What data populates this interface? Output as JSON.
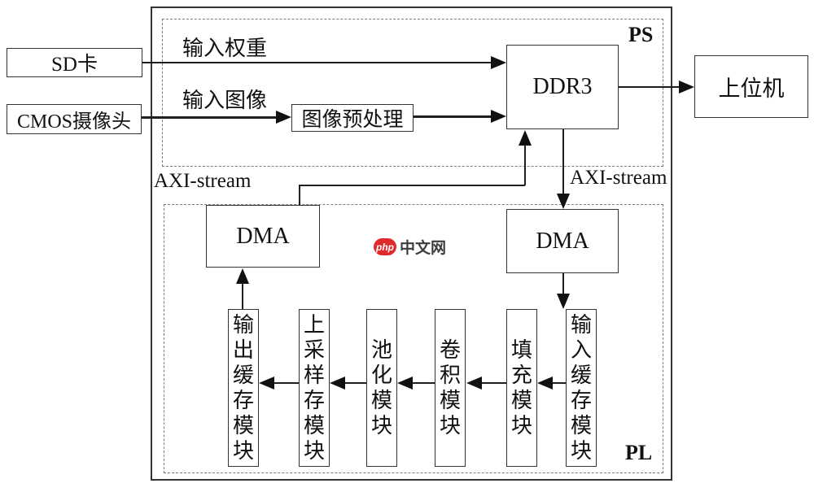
{
  "diagram": {
    "external": {
      "sd_card": "SD卡",
      "cmos_camera": "CMOS摄像头",
      "host_pc": "上位机"
    },
    "ps_region": {
      "label": "PS",
      "input_weight_label": "输入权重",
      "input_image_label": "输入图像",
      "preprocess": "图像预处理",
      "ddr3": "DDR3"
    },
    "bus_labels": {
      "left": "AXI-stream",
      "right": "AXI-stream"
    },
    "pl_region": {
      "label": "PL",
      "dma_left": "DMA",
      "dma_right": "DMA",
      "modules": [
        "输出缓存模块",
        "上采样存模块",
        "池化模块",
        "卷积模块",
        "填充模块",
        "输入缓存模块"
      ]
    },
    "watermark": {
      "badge": "php",
      "site": "中文网"
    }
  },
  "colors": {
    "line": "#1f1f1f",
    "box_border": "#333333",
    "dash_border": "#7d7d7d",
    "watermark_red": "#e02a2a",
    "watermark_text": "#3c3c3c",
    "background": "#ffffff"
  }
}
